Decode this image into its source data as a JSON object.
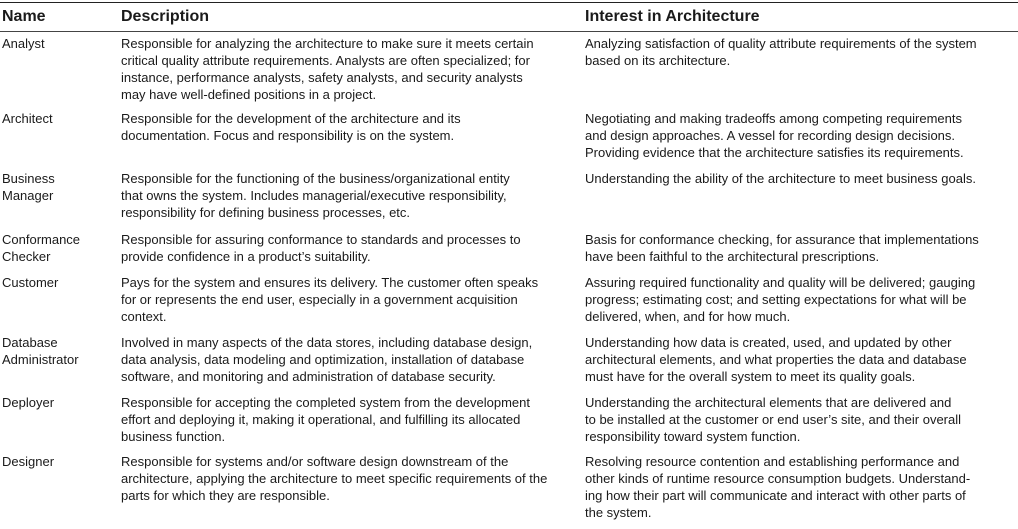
{
  "table": {
    "headers": [
      "Name",
      "Description",
      "Interest in Architecture"
    ],
    "rows": [
      {
        "name": [
          "Analyst"
        ],
        "description": [
          "Responsible for analyzing the architecture to make sure it meets certain",
          "critical quality attribute requirements. Analysts are often specialized; for",
          "instance, performance analysts, safety analysts, and security analysts",
          "may have well-defined positions in a project."
        ],
        "interest": [
          "Analyzing satisfaction of quality attribute requirements of the system",
          "based on its architecture."
        ]
      },
      {
        "name": [
          "Architect"
        ],
        "description": [
          "Responsible for the development of the architecture and its",
          "documentation. Focus and responsibility is on the system."
        ],
        "interest": [
          "Negotiating and making tradeoffs among competing requirements",
          "and design approaches. A vessel for recording design decisions.",
          "Providing evidence that the architecture satisfies its requirements."
        ]
      },
      {
        "name": [
          "Business",
          "Manager"
        ],
        "description": [
          "Responsible for the functioning of the business/organizational entity",
          "that owns the system. Includes managerial/executive responsibility,",
          "responsibility for defining business processes, etc."
        ],
        "interest": [
          "Understanding the ability of the architecture to meet business goals."
        ]
      },
      {
        "name": [
          "Conformance",
          "Checker"
        ],
        "description": [
          "Responsible for assuring conformance to standards and processes to",
          "provide confidence in a product’s suitability."
        ],
        "interest": [
          "Basis for conformance checking, for assurance that implementations",
          "have been faithful to the architectural prescriptions."
        ]
      },
      {
        "name": [
          "Customer"
        ],
        "description": [
          "Pays for the system and ensures its delivery. The customer often speaks",
          "for or represents the end user, especially in a government acquisition",
          "context."
        ],
        "interest": [
          "Assuring required functionality and quality will be delivered; gauging",
          "progress; estimating cost; and setting expectations for what will be",
          "delivered, when, and for how much."
        ]
      },
      {
        "name": [
          "Database",
          "Administrator"
        ],
        "description": [
          "Involved in many aspects of the data stores, including database design,",
          "data analysis, data modeling and optimization, installation of database",
          "software, and monitoring and administration of database security."
        ],
        "interest": [
          "Understanding how data is created, used, and updated by other",
          "architectural elements, and what properties the data and database",
          "must have for the overall system to meet its quality goals."
        ]
      },
      {
        "name": [
          "Deployer"
        ],
        "description": [
          "Responsible for accepting the completed system from the development",
          "effort and deploying it, making it operational, and fulfilling its allocated",
          "business function."
        ],
        "interest": [
          "Understanding the architectural elements that are delivered and",
          "to be installed at the customer or end user’s site, and their overall",
          "responsibility toward system function."
        ]
      },
      {
        "name": [
          "Designer"
        ],
        "description": [
          "Responsible for systems and/or software design downstream of the",
          "architecture, applying the architecture to meet specific requirements of the",
          "parts for which they are responsible."
        ],
        "interest": [
          "Resolving resource contention and establishing performance and",
          "other kinds of runtime resource consumption budgets. Understand-",
          "ing how their part will communicate and interact with other parts of",
          "the system."
        ]
      }
    ]
  }
}
